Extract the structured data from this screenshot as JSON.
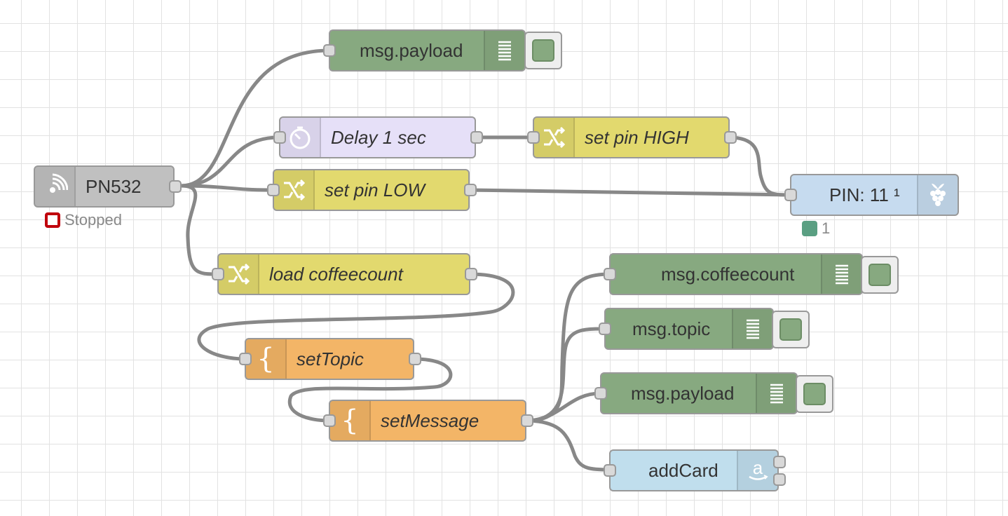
{
  "nodes": {
    "pn532": {
      "label": "PN532",
      "icon": "nfc-icon",
      "status": "Stopped",
      "status_color": "#c0000c"
    },
    "debug_payload_top": {
      "label": "msg.payload",
      "icon": "list-icon"
    },
    "delay": {
      "label": "Delay 1 sec",
      "icon": "timer-icon"
    },
    "set_pin_high": {
      "label": "set pin HIGH",
      "icon": "shuffle-icon"
    },
    "set_pin_low": {
      "label": "set pin LOW",
      "icon": "shuffle-icon"
    },
    "pin11": {
      "label": "PIN: 11 ¹",
      "icon": "raspberry-pi-icon",
      "status": "1",
      "status_color": "#5a9f82"
    },
    "load_coffeecount": {
      "label": "load coffeecount",
      "icon": "shuffle-icon"
    },
    "set_topic": {
      "label": "setTopic",
      "icon": "brace-icon"
    },
    "set_message": {
      "label": "setMessage",
      "icon": "brace-icon"
    },
    "debug_coffeecount": {
      "label": "msg.coffeecount",
      "icon": "list-icon"
    },
    "debug_topic": {
      "label": "msg.topic",
      "icon": "list-icon"
    },
    "debug_payload_bottom": {
      "label": "msg.payload",
      "icon": "list-icon"
    },
    "add_card": {
      "label": "addCard",
      "icon": "amazon-icon"
    }
  },
  "colors": {
    "wire": "#888888",
    "debug": "#87a980",
    "change": "#e2d96e",
    "template": "#f3b567",
    "delay": "#e6e0f8",
    "amazon": "#c0deed",
    "rpi": "#c6dbef",
    "nfc": "#c0c0c0"
  }
}
